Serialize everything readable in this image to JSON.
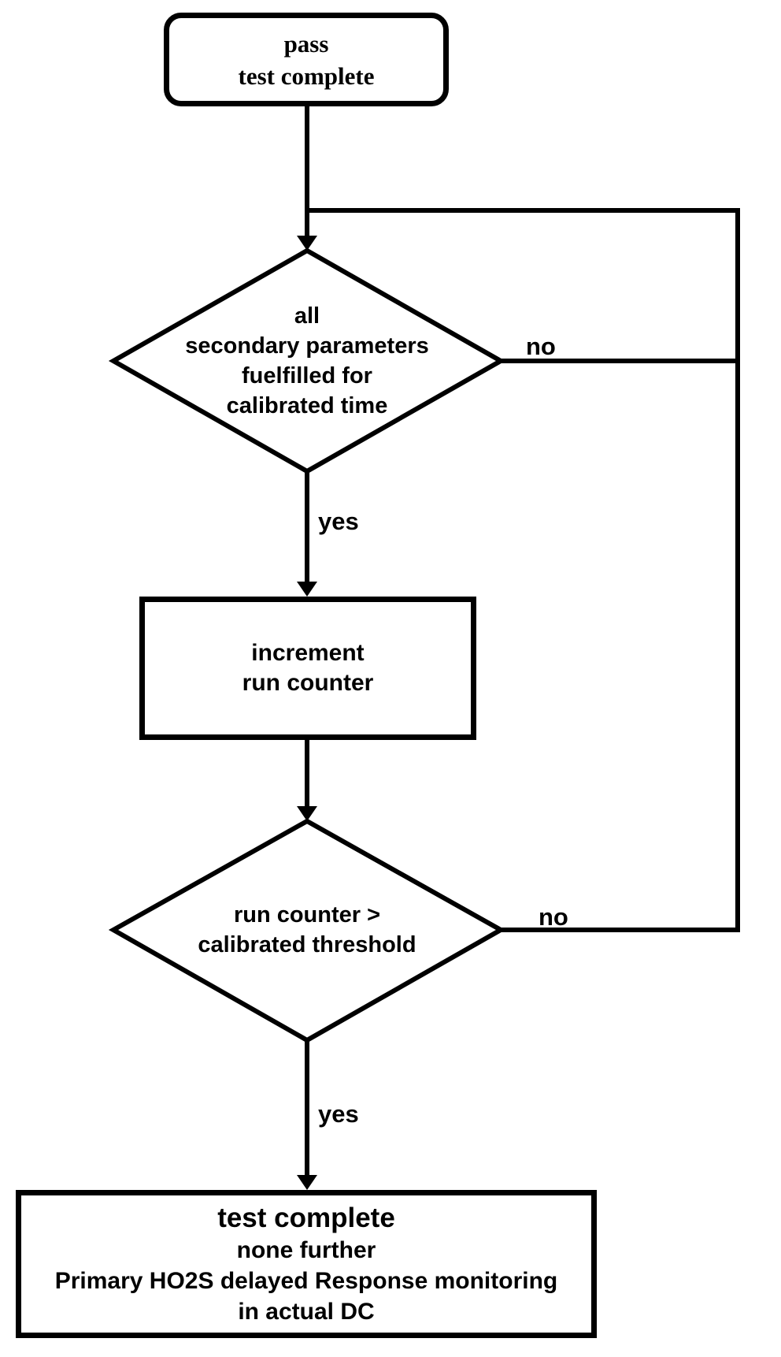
{
  "diagram": {
    "type": "flowchart",
    "colors": {
      "line": "#000000",
      "background": "#ffffff",
      "text": "#000000"
    },
    "nodes": {
      "start": {
        "shape": "rounded-rectangle",
        "lines": [
          "pass",
          "test complete"
        ]
      },
      "decision_secondary": {
        "shape": "diamond",
        "lines": [
          "all",
          "secondary parameters",
          "fuelfilled for",
          "calibrated time"
        ]
      },
      "process_increment": {
        "shape": "rectangle",
        "lines": [
          "increment",
          "run counter"
        ]
      },
      "decision_counter": {
        "shape": "diamond",
        "lines": [
          "run counter >",
          "calibrated threshold"
        ]
      },
      "end": {
        "shape": "rectangle",
        "lines": [
          "test complete",
          "none further",
          "Primary HO2S delayed Response monitoring",
          "in actual DC"
        ]
      }
    },
    "edge_labels": {
      "decision_secondary_no": "no",
      "decision_secondary_yes": "yes",
      "decision_counter_no": "no",
      "decision_counter_yes": "yes"
    }
  }
}
